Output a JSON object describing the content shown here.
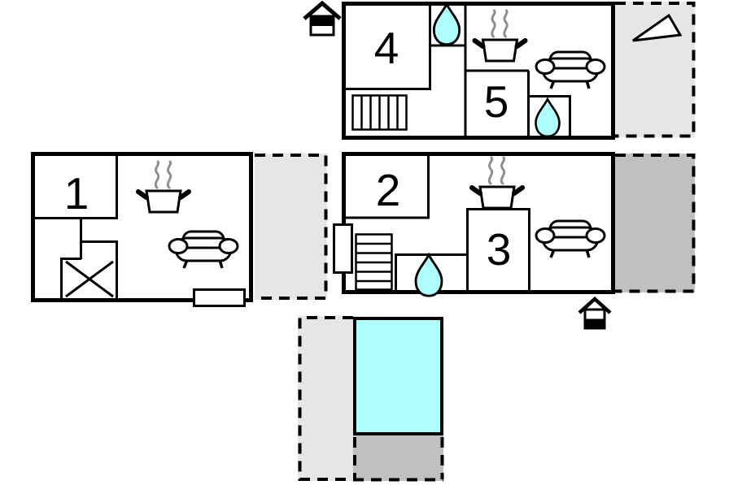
{
  "canvas": {
    "width": "896",
    "height": "597",
    "background": "#ffffff"
  },
  "colors": {
    "wall": "#000000",
    "water": "#b0ffff",
    "terrace_light": "#e6e6e6",
    "terrace_dark": "#c0c0c0",
    "steam": "#8f8f8f",
    "room_fill": "#ffffff"
  },
  "rooms": {
    "room1": "1",
    "room2": "2",
    "room3": "3",
    "room4": "4",
    "room5": "5"
  },
  "icons": {
    "water_drop": "teardrop",
    "stove": "pot-with-steam",
    "sofa": "couch",
    "stairs": "steps",
    "house_upper_floor": "house-top-half-filled",
    "house_ground_floor": "house-bottom-half-filled",
    "terrace_triangle": "triangle-outline"
  }
}
